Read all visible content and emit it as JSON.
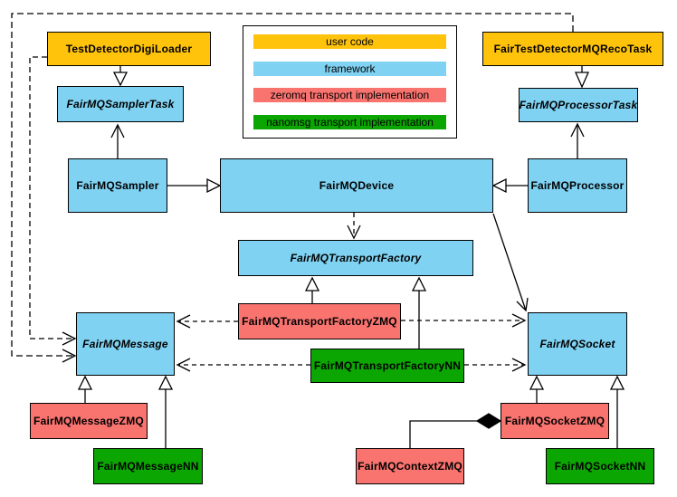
{
  "palette": {
    "user_code": "#FFC30B",
    "framework": "#7FD2F2",
    "zeromq": "#F9736F",
    "nanomsg": "#0BA602",
    "line": "#000000",
    "background": "#FFFFFF"
  },
  "legend": {
    "items": [
      {
        "label": "user code",
        "color": "#FFC30B"
      },
      {
        "label": "framework",
        "color": "#7FD2F2"
      },
      {
        "label": "zeromq transport implementation",
        "color": "#F9736F"
      },
      {
        "label": "nanomsg transport implementation",
        "color": "#0BA602"
      }
    ]
  },
  "nodes": {
    "testLoader": {
      "label": "TestDetectorDigiLoader",
      "category": "user code",
      "abstract": false
    },
    "recoTask": {
      "label": "FairTestDetectorMQRecoTask",
      "category": "user code",
      "abstract": false
    },
    "samplerTask": {
      "label": "FairMQSamplerTask",
      "category": "framework",
      "abstract": true
    },
    "processorTask": {
      "label": "FairMQProcessorTask",
      "category": "framework",
      "abstract": true
    },
    "sampler": {
      "label": "FairMQSampler",
      "category": "framework",
      "abstract": false
    },
    "device": {
      "label": "FairMQDevice",
      "category": "framework",
      "abstract": false
    },
    "processor": {
      "label": "FairMQProcessor",
      "category": "framework",
      "abstract": false
    },
    "transportFactory": {
      "label": "FairMQTransportFactory",
      "category": "framework",
      "abstract": true
    },
    "tfZMQ": {
      "label": "FairMQTransportFactoryZMQ",
      "category": "zeromq",
      "abstract": false
    },
    "tfNN": {
      "label": "FairMQTransportFactoryNN",
      "category": "nanomsg",
      "abstract": false
    },
    "message": {
      "label": "FairMQMessage",
      "category": "framework",
      "abstract": true
    },
    "socket": {
      "label": "FairMQSocket",
      "category": "framework",
      "abstract": true
    },
    "msgZMQ": {
      "label": "FairMQMessageZMQ",
      "category": "zeromq",
      "abstract": false
    },
    "msgNN": {
      "label": "FairMQMessageNN",
      "category": "nanomsg",
      "abstract": false
    },
    "sockZMQ": {
      "label": "FairMQSocketZMQ",
      "category": "zeromq",
      "abstract": false
    },
    "sockNN": {
      "label": "FairMQSocketNN",
      "category": "nanomsg",
      "abstract": false
    },
    "contextZMQ": {
      "label": "FairMQContextZMQ",
      "category": "zeromq",
      "abstract": false
    }
  },
  "relationships": [
    {
      "from": "TestDetectorDigiLoader",
      "to": "FairMQSamplerTask",
      "type": "inheritance"
    },
    {
      "from": "FairTestDetectorMQRecoTask",
      "to": "FairMQProcessorTask",
      "type": "inheritance"
    },
    {
      "from": "FairMQSampler",
      "to": "FairMQSamplerTask",
      "type": "association"
    },
    {
      "from": "FairMQProcessor",
      "to": "FairMQProcessorTask",
      "type": "association"
    },
    {
      "from": "FairMQSampler",
      "to": "FairMQDevice",
      "type": "inheritance"
    },
    {
      "from": "FairMQProcessor",
      "to": "FairMQDevice",
      "type": "inheritance"
    },
    {
      "from": "FairMQDevice",
      "to": "FairMQTransportFactory",
      "type": "dependency"
    },
    {
      "from": "FairMQDevice",
      "to": "FairMQSocket",
      "type": "association"
    },
    {
      "from": "FairMQTransportFactoryZMQ",
      "to": "FairMQTransportFactory",
      "type": "inheritance"
    },
    {
      "from": "FairMQTransportFactoryNN",
      "to": "FairMQTransportFactory",
      "type": "inheritance"
    },
    {
      "from": "FairMQTransportFactoryZMQ",
      "to": "FairMQMessage",
      "type": "dependency"
    },
    {
      "from": "FairMQTransportFactoryZMQ",
      "to": "FairMQSocket",
      "type": "dependency"
    },
    {
      "from": "FairMQTransportFactoryNN",
      "to": "FairMQMessage",
      "type": "dependency"
    },
    {
      "from": "FairMQTransportFactoryNN",
      "to": "FairMQSocket",
      "type": "dependency"
    },
    {
      "from": "FairMQMessageZMQ",
      "to": "FairMQMessage",
      "type": "inheritance"
    },
    {
      "from": "FairMQMessageNN",
      "to": "FairMQMessage",
      "type": "inheritance"
    },
    {
      "from": "FairMQSocketZMQ",
      "to": "FairMQSocket",
      "type": "inheritance"
    },
    {
      "from": "FairMQSocketNN",
      "to": "FairMQSocket",
      "type": "inheritance"
    },
    {
      "from": "FairMQContextZMQ",
      "to": "FairMQSocketZMQ",
      "type": "composition"
    },
    {
      "from": "TestDetectorDigiLoader",
      "to": "FairMQMessage",
      "type": "dependency"
    },
    {
      "from": "FairTestDetectorMQRecoTask",
      "to": "FairMQMessage",
      "type": "dependency"
    }
  ]
}
